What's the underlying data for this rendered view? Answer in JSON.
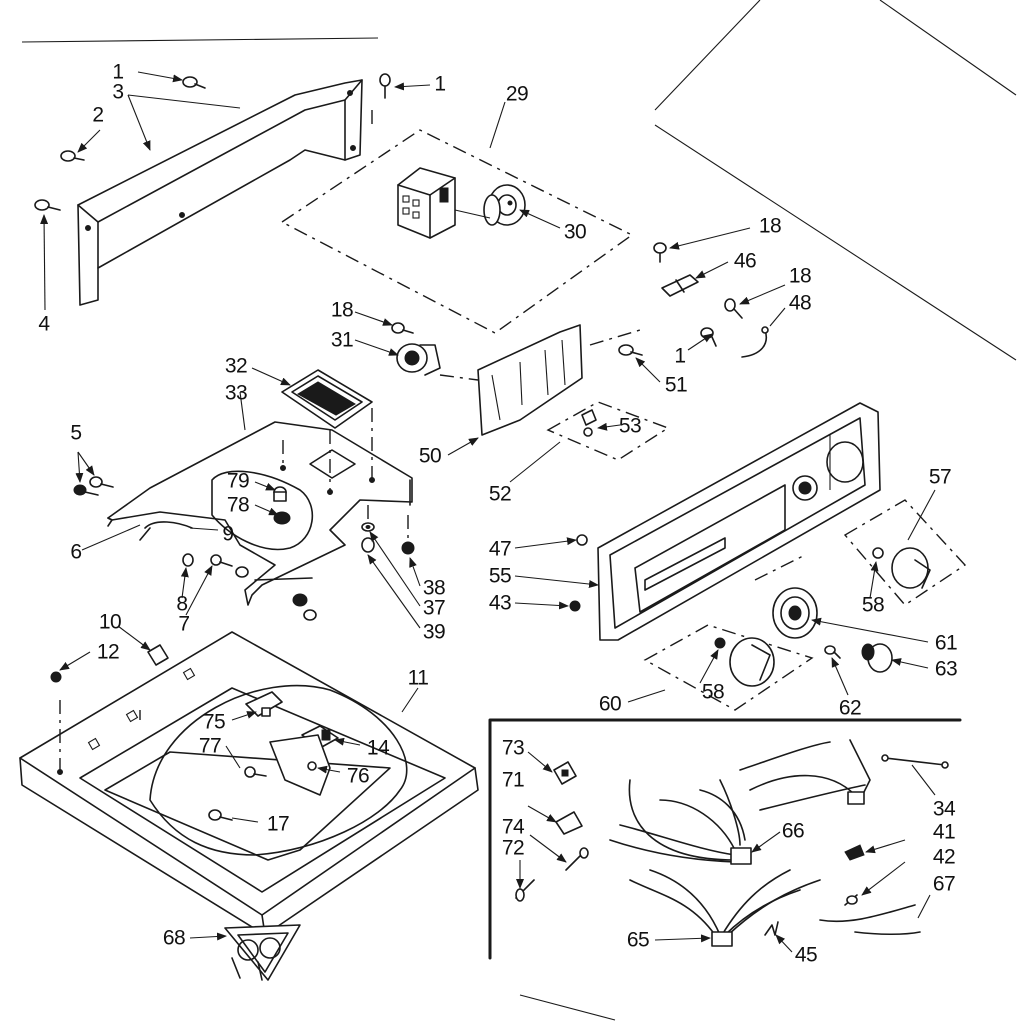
{
  "diagram": {
    "callouts": [
      {
        "id": "c1a",
        "text": "1"
      },
      {
        "id": "c1b",
        "text": "1"
      },
      {
        "id": "c1c",
        "text": "1"
      },
      {
        "id": "c2",
        "text": "2"
      },
      {
        "id": "c3",
        "text": "3"
      },
      {
        "id": "c4",
        "text": "4"
      },
      {
        "id": "c5",
        "text": "5"
      },
      {
        "id": "c6",
        "text": "6"
      },
      {
        "id": "c7",
        "text": "7"
      },
      {
        "id": "c8",
        "text": "8"
      },
      {
        "id": "c9",
        "text": "9"
      },
      {
        "id": "c10",
        "text": "10"
      },
      {
        "id": "c11",
        "text": "11"
      },
      {
        "id": "c12",
        "text": "12"
      },
      {
        "id": "c14",
        "text": "14"
      },
      {
        "id": "c17",
        "text": "17"
      },
      {
        "id": "c18a",
        "text": "18"
      },
      {
        "id": "c18b",
        "text": "18"
      },
      {
        "id": "c18c",
        "text": "18"
      },
      {
        "id": "c29",
        "text": "29"
      },
      {
        "id": "c30",
        "text": "30"
      },
      {
        "id": "c31",
        "text": "31"
      },
      {
        "id": "c32",
        "text": "32"
      },
      {
        "id": "c33",
        "text": "33"
      },
      {
        "id": "c34",
        "text": "34"
      },
      {
        "id": "c37",
        "text": "37"
      },
      {
        "id": "c38",
        "text": "38"
      },
      {
        "id": "c39",
        "text": "39"
      },
      {
        "id": "c41",
        "text": "41"
      },
      {
        "id": "c42",
        "text": "42"
      },
      {
        "id": "c43",
        "text": "43"
      },
      {
        "id": "c45",
        "text": "45"
      },
      {
        "id": "c46",
        "text": "46"
      },
      {
        "id": "c47",
        "text": "47"
      },
      {
        "id": "c48",
        "text": "48"
      },
      {
        "id": "c50",
        "text": "50"
      },
      {
        "id": "c51",
        "text": "51"
      },
      {
        "id": "c52",
        "text": "52"
      },
      {
        "id": "c53",
        "text": "53"
      },
      {
        "id": "c55",
        "text": "55"
      },
      {
        "id": "c57",
        "text": "57"
      },
      {
        "id": "c58a",
        "text": "58"
      },
      {
        "id": "c58b",
        "text": "58"
      },
      {
        "id": "c60",
        "text": "60"
      },
      {
        "id": "c61",
        "text": "61"
      },
      {
        "id": "c62",
        "text": "62"
      },
      {
        "id": "c63",
        "text": "63"
      },
      {
        "id": "c65",
        "text": "65"
      },
      {
        "id": "c66",
        "text": "66"
      },
      {
        "id": "c67",
        "text": "67"
      },
      {
        "id": "c68",
        "text": "68"
      },
      {
        "id": "c71",
        "text": "71"
      },
      {
        "id": "c72",
        "text": "72"
      },
      {
        "id": "c73",
        "text": "73"
      },
      {
        "id": "c74",
        "text": "74"
      },
      {
        "id": "c75",
        "text": "75"
      },
      {
        "id": "c76",
        "text": "76"
      },
      {
        "id": "c77",
        "text": "77"
      },
      {
        "id": "c78",
        "text": "78"
      },
      {
        "id": "c79",
        "text": "79"
      }
    ]
  }
}
